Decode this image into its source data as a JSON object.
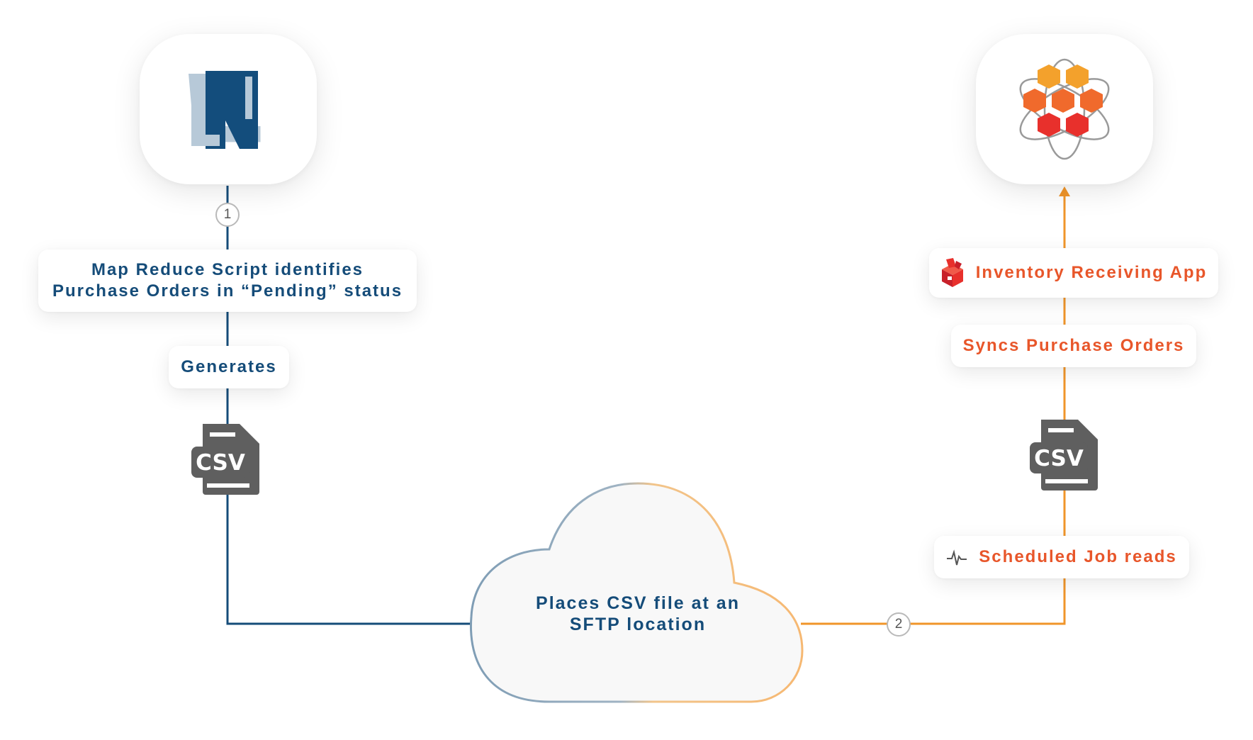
{
  "colors": {
    "navy": "#154c79",
    "orange": "#f0952a",
    "text_orange": "#e8562a",
    "csv_gray": "#5f5f5f"
  },
  "left_logo": {
    "icon": "netsuite-logo-icon"
  },
  "right_logo": {
    "icon": "atom-hexagon-logo-icon"
  },
  "steps": {
    "one": "1",
    "two": "2"
  },
  "left_flow": {
    "script_line1": "Map Reduce Script identifies",
    "script_line2": "Purchase Orders in “Pending” status",
    "generates": "Generates",
    "csv_label": "CSV"
  },
  "cloud": {
    "line1": "Places CSV file at an",
    "line2": "SFTP location"
  },
  "right_flow": {
    "scheduled_job": "Scheduled Job reads",
    "scheduled_icon": "pulse-icon",
    "csv_label": "CSV",
    "syncs": "Syncs Purchase Orders",
    "app": "Inventory Receiving App",
    "app_icon": "box-app-icon"
  }
}
